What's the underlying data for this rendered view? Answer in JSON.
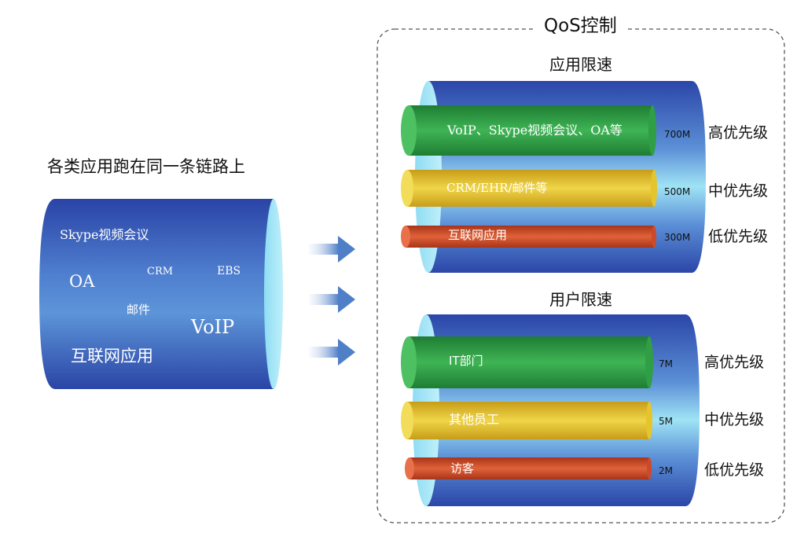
{
  "left": {
    "title": "各类应用跑在同一条链路上",
    "apps": {
      "skype": "Skype视频会议",
      "oa": "OA",
      "crm": "CRM",
      "ebs": "EBS",
      "mail": "邮件",
      "voip": "VoIP",
      "internet": "互联网应用"
    }
  },
  "qos": {
    "title": "QoS控制",
    "app_limit": {
      "title": "应用限速",
      "rows": [
        {
          "label": "VoIP、Skype视频会议、OA等",
          "rate": "700M",
          "priority": "高优先级",
          "color": "green"
        },
        {
          "label": "CRM/EHR/邮件等",
          "rate": "500M",
          "priority": "中优先级",
          "color": "yellow"
        },
        {
          "label": "互联网应用",
          "rate": "300M",
          "priority": "低优先级",
          "color": "red"
        }
      ]
    },
    "user_limit": {
      "title": "用户限速",
      "rows": [
        {
          "label": "IT部门",
          "rate": "7M",
          "priority": "高优先级",
          "color": "green"
        },
        {
          "label": "其他员工",
          "rate": "5M",
          "priority": "中优先级",
          "color": "yellow"
        },
        {
          "label": "访客",
          "rate": "2M",
          "priority": "低优先级",
          "color": "red"
        }
      ]
    }
  },
  "colors": {
    "pipe_blue": "#2e4fb0",
    "pipe_cyan": "#9fe3f5",
    "green": "#2f9e45",
    "yellow": "#e6c42c",
    "red": "#cc4a2a",
    "dashed_border": "#555555"
  }
}
